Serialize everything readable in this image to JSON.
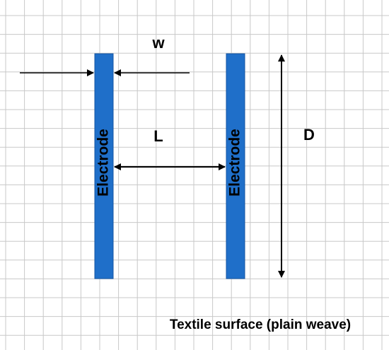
{
  "labels": {
    "width": "w",
    "gap": "L",
    "length": "D",
    "electrode_left": "Electrode",
    "electrode_right": "Electrode",
    "caption": "Textile surface (plain weave)"
  },
  "colors": {
    "electrode": "#1f6fc9",
    "electrode_border": "#1456a3",
    "grid": "#c8c8c8",
    "arrow": "#000000",
    "background": "#ffffff"
  }
}
